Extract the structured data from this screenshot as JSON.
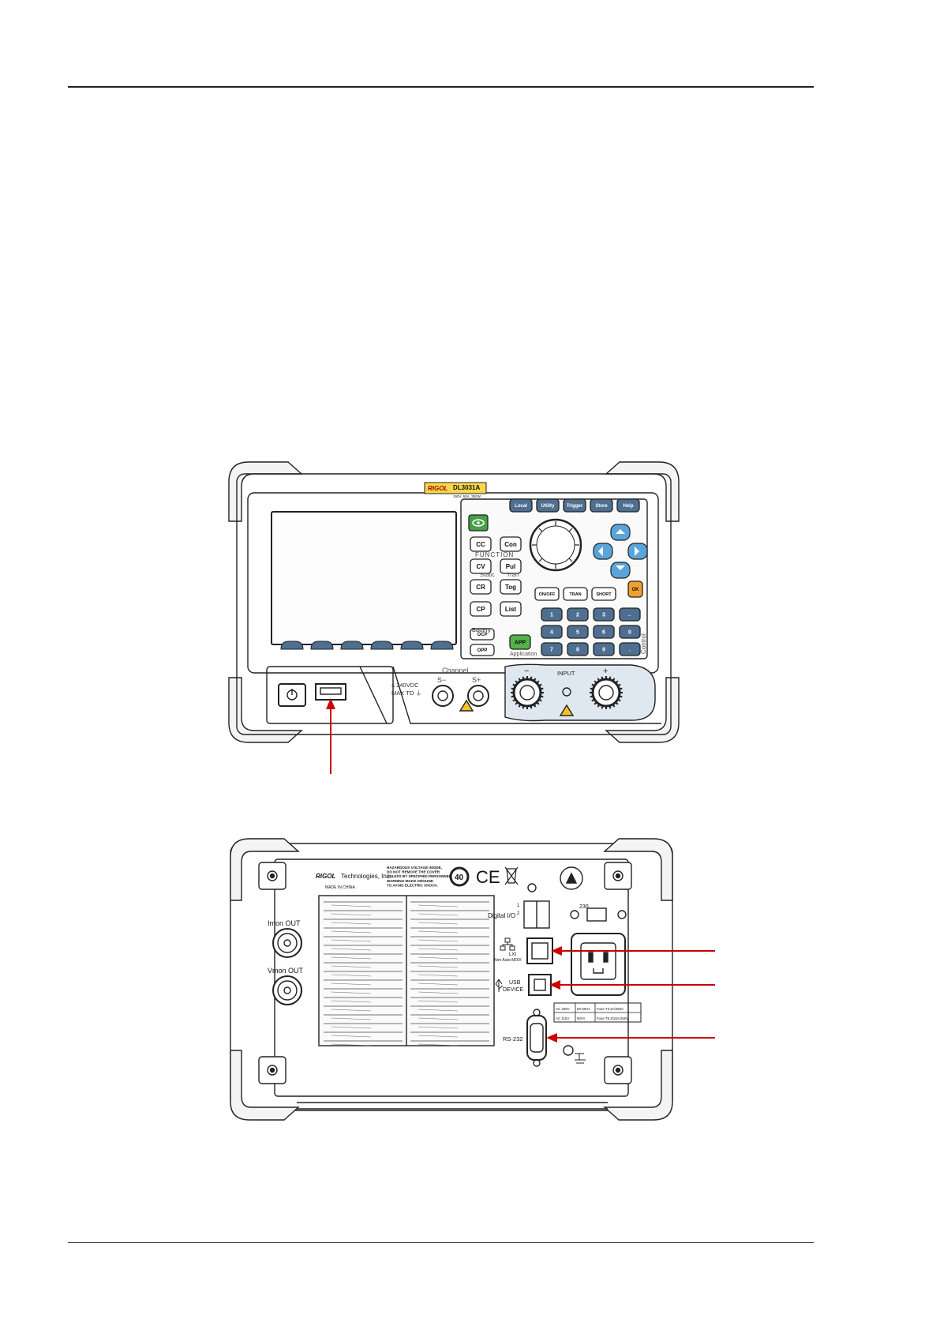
{
  "front_panel": {
    "brand": "RIGOL",
    "model": "DL3031A",
    "model_sub": "150V, 60A, 350W",
    "top_keys": [
      "Local",
      "Utility",
      "Trigger",
      "Store",
      "Help"
    ],
    "function_keys_left": [
      "CC",
      "CV",
      "CR",
      "CP"
    ],
    "function_keys_right": [
      "Con",
      "Pul",
      "Tog",
      "List"
    ],
    "function_label": "FUNCTION",
    "static_label": "Static",
    "tran_label": "Tran",
    "battery_label": "Battery",
    "ocp_label": "OCP",
    "opp_label": "OPP",
    "app_label": "APP",
    "application_label": "Application",
    "mode_keys": [
      "ON/OFF",
      "TRAN",
      "SHORT"
    ],
    "ok_label": "OK",
    "numpad": [
      "1",
      "2",
      "3",
      "←",
      "4",
      "5",
      "6",
      "0",
      "7",
      "8",
      "9",
      "."
    ],
    "control_label": "Control",
    "channel_label": "Channel",
    "sense_minus": "S−",
    "sense_plus": "S+",
    "max_voltage_line1": "≤ 240VDC",
    "max_voltage_line2": "MAX TO ⏚",
    "input_label": "INPUT",
    "minus_sign": "−",
    "plus_sign": "+"
  },
  "rear_panel": {
    "brand": "RIGOL",
    "brand_rest": "Technologies, Inc.",
    "made_in": "MADE IN CHINA",
    "warning_lines": [
      "HAZARDOUS VOLTAGE INSIDE,",
      "DO NOT REMOVE THE COVER",
      "UNLESS BY SPECIFIED PERSONNEL.",
      "WARNING:MAKE GROUND",
      "TO AVOID ELECTRIC SHOCK."
    ],
    "cert_40": "40",
    "ce_mark": "CE",
    "imon_label": "Imon OUT",
    "vmon_label": "Vmon OUT",
    "digital_io_label": "Digital I/O",
    "digital_io_pins": [
      "1",
      "2"
    ],
    "lan_label": "LXI",
    "lan_sub": "Non Auto-MDIX",
    "usb_label_line1": "USB",
    "usb_label_line2": "DEVICE",
    "rs232_label": "RS-232",
    "voltage_select": "230",
    "power_table": [
      [
        "AC 230V",
        "50-60Hz",
        "Fuse  T3.2A/250V"
      ],
      [
        "AC 115V",
        "90VA",
        "Fuse  T6.3/15A/250V"
      ]
    ]
  }
}
